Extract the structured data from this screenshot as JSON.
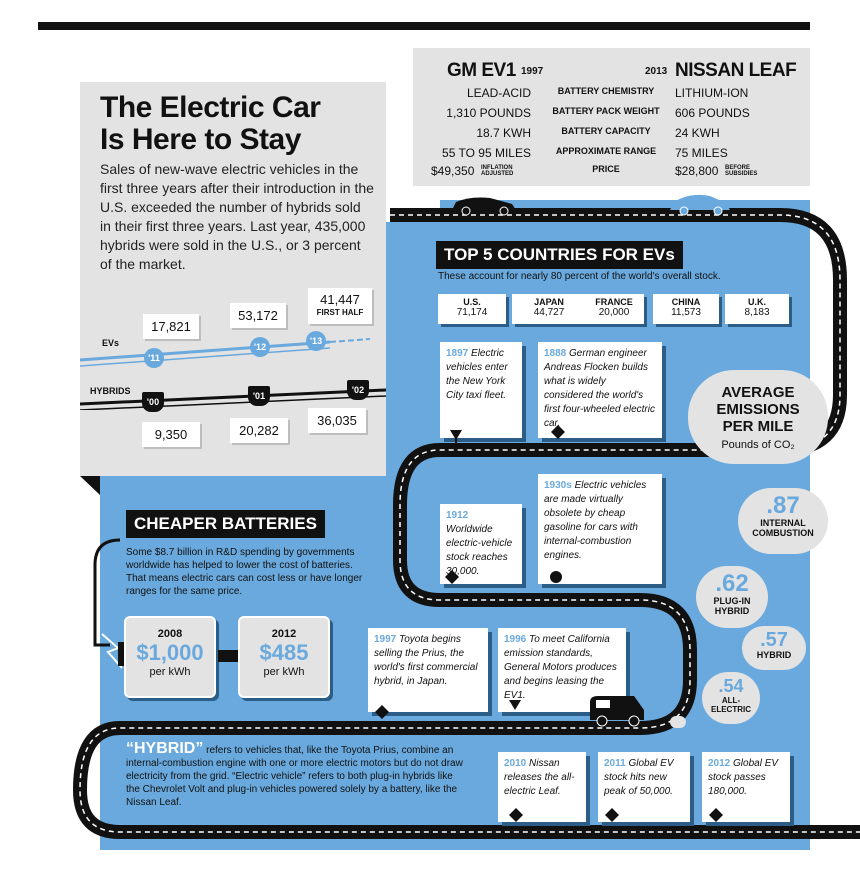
{
  "intro": {
    "title_line1": "The Electric Car",
    "title_line2": "Is Here to Stay",
    "text": "Sales of new-wave electric vehicles in the first three years after their introduction in the U.S. exceeded the number of hybrids sold in their first three years. Last year, 435,000 hybrids were sold in the U.S., or 3 percent of the market."
  },
  "sales": {
    "ev_label": "EVs",
    "hybrid_label": "HYBRIDS",
    "evs": [
      {
        "year": "'11",
        "value": "17,821",
        "note": ""
      },
      {
        "year": "'12",
        "value": "53,172",
        "note": ""
      },
      {
        "year": "'13",
        "value": "41,447",
        "note": "FIRST HALF"
      }
    ],
    "hybrids": [
      {
        "year": "'00",
        "value": "9,350"
      },
      {
        "year": "'01",
        "value": "20,282"
      },
      {
        "year": "'02",
        "value": "36,035"
      }
    ]
  },
  "comparison": {
    "left_name": "GM EV1",
    "left_year": "1997",
    "right_name": "NISSAN LEAF",
    "right_year": "2013",
    "rows": [
      {
        "left": "LEAD-ACID",
        "label": "BATTERY CHEMISTRY",
        "right": "LITHIUM-ION"
      },
      {
        "left": "1,310 POUNDS",
        "label": "BATTERY PACK WEIGHT",
        "right": "606 POUNDS"
      },
      {
        "left": "18.7 KWH",
        "label": "BATTERY CAPACITY",
        "right": "24 KWH"
      },
      {
        "left": "55 TO 95 MILES",
        "label": "APPROXIMATE RANGE",
        "right": "75 MILES"
      },
      {
        "left": "$49,350",
        "left_note": "INFLATION ADJUSTED",
        "label": "PRICE",
        "right": "$28,800",
        "right_note": "BEFORE SUBSIDIES"
      }
    ]
  },
  "countries": {
    "title": "TOP 5 COUNTRIES FOR EVs",
    "subtitle": "These account for nearly 80 percent of the world's overall stock.",
    "items": [
      {
        "name": "U.S.",
        "value": "71,174"
      },
      {
        "name": "JAPAN",
        "value": "44,727"
      },
      {
        "name": "FRANCE",
        "value": "20,000"
      },
      {
        "name": "CHINA",
        "value": "11,573"
      },
      {
        "name": "U.K.",
        "value": "8,183"
      }
    ]
  },
  "timeline": [
    {
      "year": "1897",
      "text": "Electric vehicles enter the New York City taxi fleet."
    },
    {
      "year": "1888",
      "text": "German engineer Andreas Flocken builds what is widely considered the world's first four-wheeled electric car."
    },
    {
      "year": "1912",
      "text": "Worldwide electric-vehicle stock reaches 30,000."
    },
    {
      "year": "1930s",
      "text": "Electric vehicles are made virtually obsolete by cheap gasoline for cars with internal-combustion engines."
    },
    {
      "year": "1997",
      "text": "Toyota begins selling the Prius, the world's first commercial hybrid, in Japan."
    },
    {
      "year": "1996",
      "text": "To meet California emission standards, General Motors produces and begins leasing the EV1."
    },
    {
      "year": "2010",
      "text": "Nissan releases the all-electric Leaf."
    },
    {
      "year": "2011",
      "text": "Global EV stock hits new peak of 50,000."
    },
    {
      "year": "2012",
      "text": "Global EV stock passes 180,000."
    }
  ],
  "emissions": {
    "title": "AVERAGE EMISSIONS PER MILE",
    "unit": "Pounds of CO₂",
    "items": [
      {
        "value": ".87",
        "label": "INTERNAL COMBUSTION"
      },
      {
        "value": ".62",
        "label": "PLUG-IN HYBRID"
      },
      {
        "value": ".57",
        "label": "HYBRID"
      },
      {
        "value": ".54",
        "label": "ALL-ELECTRIC"
      }
    ]
  },
  "batteries": {
    "title": "CHEAPER BATTERIES",
    "text": "Some $8.7 billion in R&D spending by governments worldwide has helped to lower the cost of batteries. That means electric cars can cost less or have longer ranges for the same price.",
    "items": [
      {
        "year": "2008",
        "value": "$1,000",
        "unit": "per kWh"
      },
      {
        "year": "2012",
        "value": "$485",
        "unit": "per kWh"
      }
    ]
  },
  "hybrid_note": {
    "term": "“HYBRID”",
    "text": " refers to vehicles that, like the Toyota Prius, combine an internal-combustion engine with one or more electric motors but do not draw electricity from the grid. “Electric vehicle” refers to both plug-in hybrids like the Chevrolet Volt and plug-in vehicles powered solely by a battery, like the Nissan Leaf."
  },
  "colors": {
    "accent": "#6aa9dd",
    "grey": "#e3e3e3",
    "dark": "#111111"
  }
}
